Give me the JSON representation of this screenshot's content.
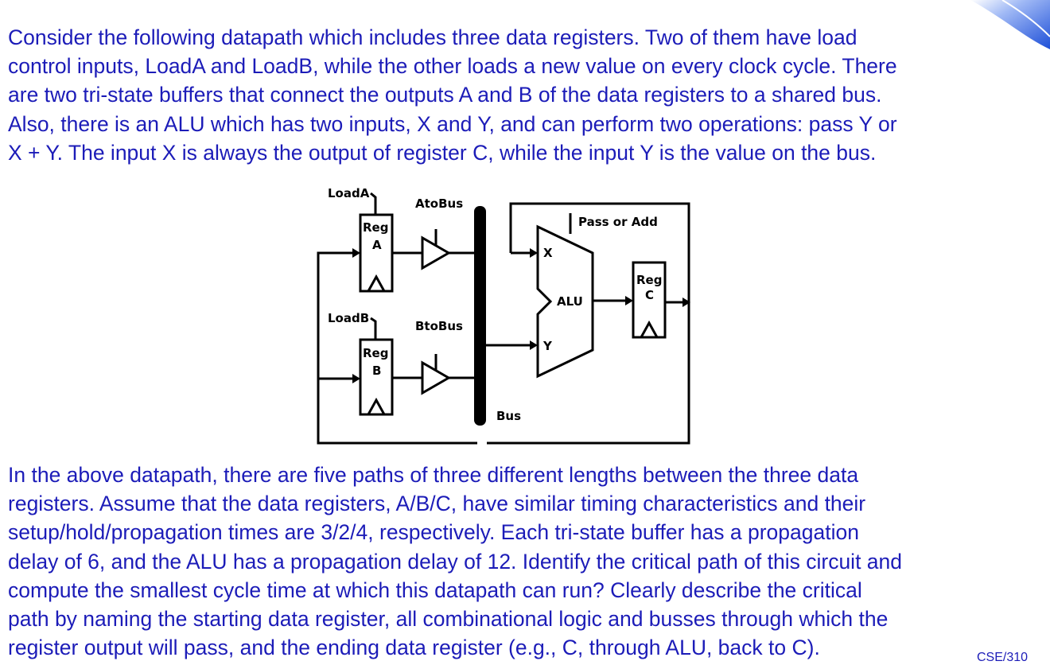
{
  "intro_lines": [
    "Consider the following datapath which includes three data registers. Two of them have load",
    "control inputs, LoadA and LoadB, while the other loads a new value on every clock cycle. There",
    "are two tri-state buffers that connect the outputs A and B of the data registers to a shared bus.",
    "Also, there is an ALU which has two inputs, X and Y, and can perform two operations: pass Y or",
    "X + Y. The input X is always the output of register C, while the input Y is the value on the bus."
  ],
  "question_lines": [
    "In the above datapath, there are five paths of three different lengths between the three data",
    "registers. Assume that the data registers, A/B/C, have similar timing characteristics and their",
    "setup/hold/propagation times are 3/2/4, respectively. Each tri-state buffer has a propagation",
    "delay of 6, and the ALU has a propagation delay of 12. Identify the critical path of this circuit and",
    "compute the smallest cycle time at which this datapath can run? Clearly describe the critical",
    "path by naming the starting data register, all combinational logic and busses through which the",
    "register output will pass, and the ending data register (e.g., C, through ALU, back to C)."
  ],
  "diagram": {
    "load_a": "LoadA",
    "load_b": "LoadB",
    "reg_word": "Reg",
    "reg_a_letter": "A",
    "reg_b_letter": "B",
    "reg_c_letter": "C",
    "a_to_bus": "AtoBus",
    "b_to_bus": "BtoBus",
    "bus": "Bus",
    "pass_or_add": "Pass or Add",
    "alu": "ALU",
    "alu_x": "X",
    "alu_y": "Y"
  },
  "footer_mark": "CSE/310",
  "colors": {
    "text": "#1c1cb8",
    "diagram_ink": "#000000",
    "swoosh": "#1d4fd8"
  }
}
